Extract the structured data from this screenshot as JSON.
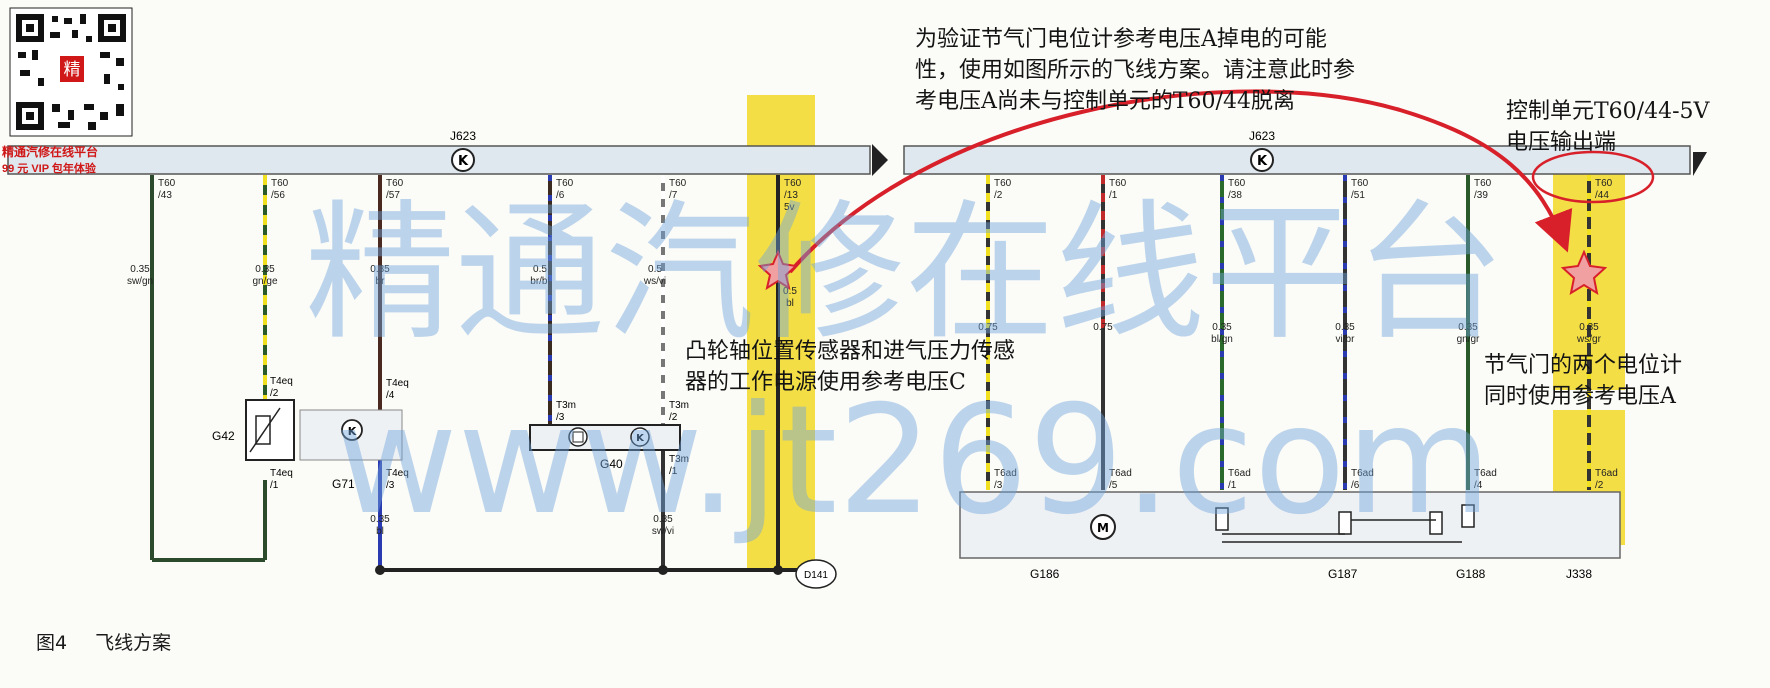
{
  "brand": {
    "line1": "精通汽修在线平台",
    "line2": "99 元 VIP 包年体验",
    "qr_badge": "精"
  },
  "caption": {
    "num": "图4",
    "text": "飞线方案"
  },
  "watermark": {
    "cn": "精通汽修在线平台",
    "url": "www.jt269.com"
  },
  "annotations": {
    "top_note_1": "为验证节气门电位计参考电压A掉电的可能",
    "top_note_2": "性，使用如图所示的飞线方案。请注意此时参",
    "top_note_3": "考电压A尚未与控制单元的T60/44脱离",
    "right_note_1": "控制单元T60/44-5V",
    "right_note_2": "电压输出端",
    "mid_note_1": "凸轮轴位置传感器和进气压力传感",
    "mid_note_2": "器的工作电源使用参考电压C",
    "lower_note_1": "节气门的两个电位计",
    "lower_note_2": "同时使用参考电压A"
  },
  "left": {
    "ecu_label": "J623",
    "pins": [
      {
        "pin": "T60",
        "num": "/43",
        "size": "0.35",
        "color": "sw/gn"
      },
      {
        "pin": "T60",
        "num": "/56",
        "size": "0.35",
        "color": "gn/ge"
      },
      {
        "pin": "T60",
        "num": "/57",
        "size": "0.35",
        "color": "br"
      },
      {
        "pin": "T60",
        "num": "/6",
        "size": "0.5",
        "color": "br/bl"
      },
      {
        "pin": "T60",
        "num": "/7",
        "size": "0.5",
        "color": "ws/vi"
      },
      {
        "pin": "T60",
        "num": "/13",
        "size": "0.5",
        "color": "bl"
      }
    ],
    "g42_label": "G42",
    "g42_pin_top": "T4eq",
    "g42_pin_top_n": "/2",
    "g42_pin_bot": "T4eq",
    "g42_pin_bot_n": "/1",
    "g71_label": "G71",
    "g71_pin_top": "T4eq",
    "g71_pin_top_n": "/4",
    "g71_pin_bot": "T4eq",
    "g71_pin_bot_n": "/3",
    "g40_label": "G40",
    "g40_pin_1": "T3m",
    "g40_pin_1n": "/3",
    "g40_pin_2": "T3m",
    "g40_pin_2n": "/2",
    "g40_pin_3": "T3m",
    "g40_pin_3n": "/1",
    "low_1_size": "0.35",
    "low_1_color": "bl",
    "low_2_size": "0.35",
    "low_2_color": "sw/vi",
    "ground": "D141",
    "pin13_suffix": "5v"
  },
  "right": {
    "ecu_label": "J623",
    "pins": [
      {
        "pin": "T60",
        "num": "/2",
        "size": "0.75",
        "color": ""
      },
      {
        "pin": "T60",
        "num": "/1",
        "size": "0.75",
        "color": ""
      },
      {
        "pin": "T60",
        "num": "/38",
        "size": "0.35",
        "color": "bl/gn"
      },
      {
        "pin": "T60",
        "num": "/51",
        "size": "0.35",
        "color": "vi/br"
      },
      {
        "pin": "T60",
        "num": "/39",
        "size": "0.35",
        "color": "gn/gr"
      },
      {
        "pin": "T60",
        "num": "/44",
        "size": "0.35",
        "color": "ws/gr"
      }
    ],
    "t6ad": [
      {
        "pin": "T6ad",
        "num": "/3"
      },
      {
        "pin": "T6ad",
        "num": "/5"
      },
      {
        "pin": "T6ad",
        "num": "/1"
      },
      {
        "pin": "T6ad",
        "num": "/6"
      },
      {
        "pin": "T6ad",
        "num": "/4"
      },
      {
        "pin": "T6ad",
        "num": "/2"
      }
    ],
    "g186": "G186",
    "g187": "G187",
    "g188": "G188",
    "j338": "J338"
  },
  "colors": {
    "highlight": "#f2d827",
    "red": "#d8202a",
    "wire_dark": "#2a2a2a"
  }
}
